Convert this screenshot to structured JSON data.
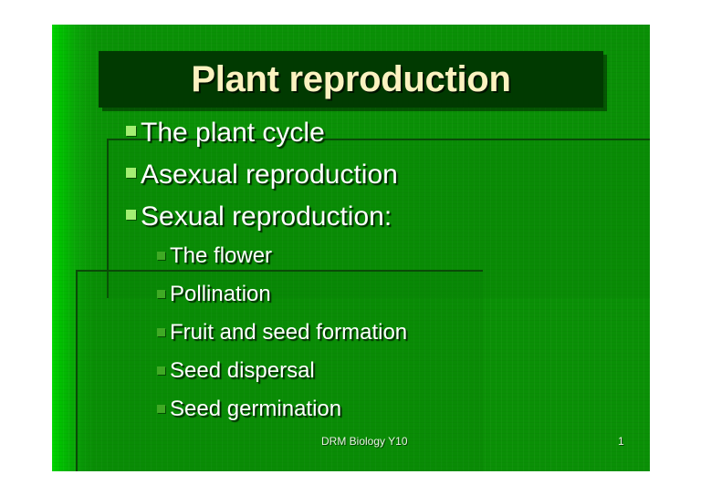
{
  "slide": {
    "title": "Plant reproduction",
    "footer_note": "DRM Biology Y10",
    "slide_number": "1",
    "colors": {
      "background_left": "#00d600",
      "background_right": "#0a9006",
      "title_box": "#013a01",
      "title_text": "#fbf2c0",
      "body_text": "#ffffff",
      "bullet_level1": "#a3ef72",
      "bullet_level2": "#3faa24",
      "panel_border": "#0a4a08"
    },
    "outline": [
      {
        "level": 1,
        "text": "The plant cycle",
        "bullet_icon": "square-bullet-icon"
      },
      {
        "level": 1,
        "text": "Asexual reproduction",
        "bullet_icon": "square-bullet-icon"
      },
      {
        "level": 1,
        "text": "Sexual reproduction:",
        "bullet_icon": "square-bullet-icon"
      },
      {
        "level": 2,
        "text": "The flower",
        "bullet_icon": "square-bullet-icon"
      },
      {
        "level": 2,
        "text": "Pollination",
        "bullet_icon": "square-bullet-icon"
      },
      {
        "level": 2,
        "text": "Fruit and seed formation",
        "bullet_icon": "square-bullet-icon"
      },
      {
        "level": 2,
        "text": "Seed dispersal",
        "bullet_icon": "square-bullet-icon"
      },
      {
        "level": 2,
        "text": "Seed germination",
        "bullet_icon": "square-bullet-icon"
      }
    ]
  }
}
